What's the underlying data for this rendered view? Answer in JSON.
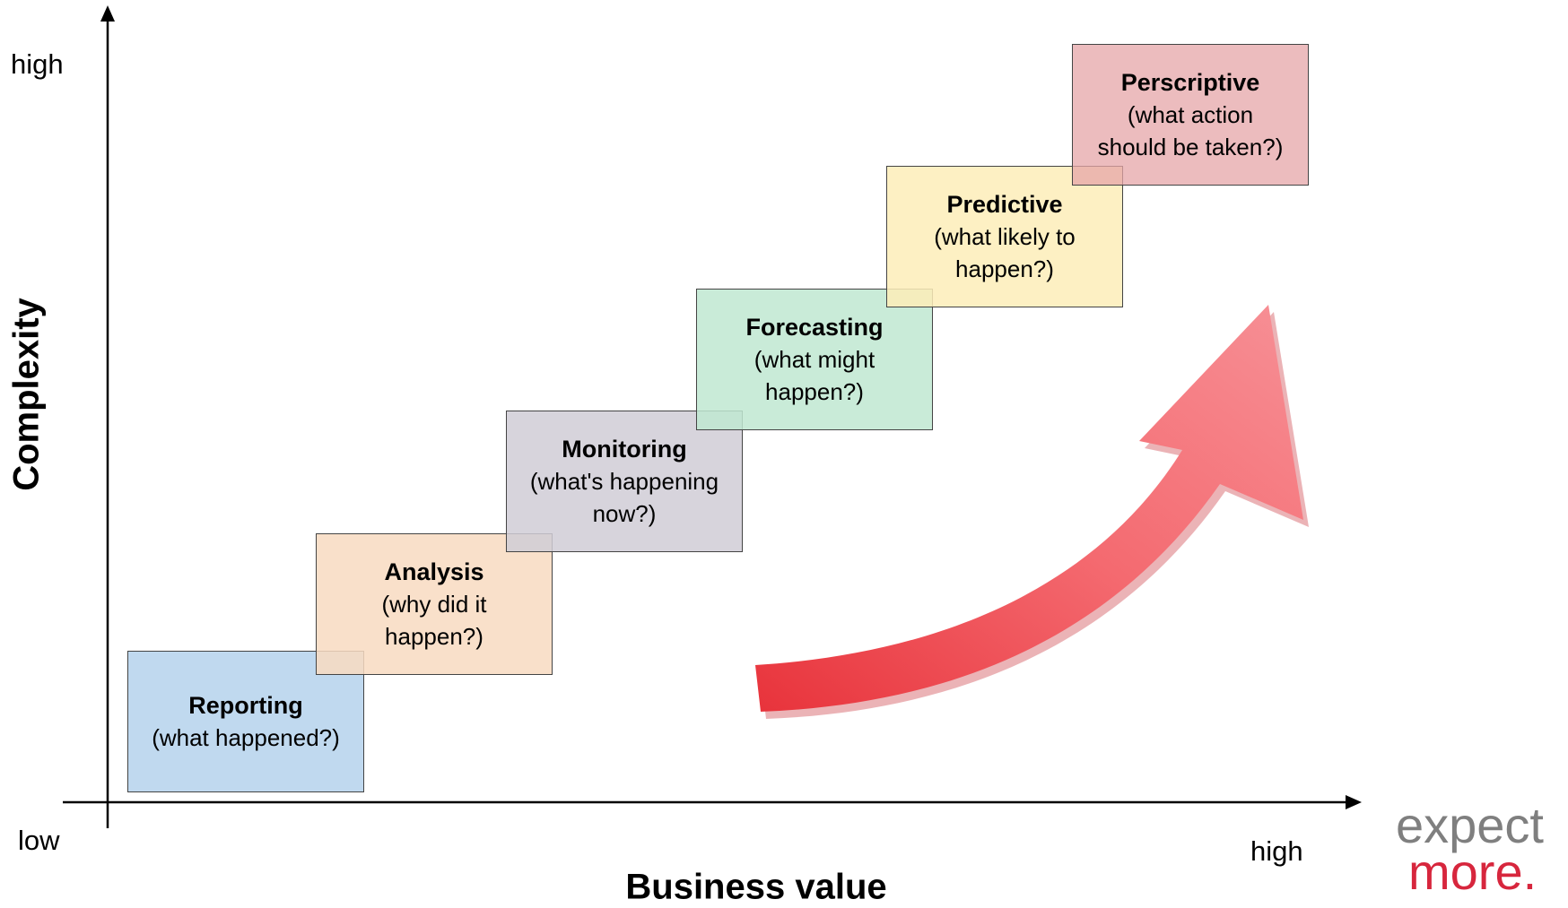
{
  "axes": {
    "y_label": "Complexity",
    "x_label": "Business value",
    "y_high": "high",
    "x_low": "low",
    "x_high": "high"
  },
  "stages": [
    {
      "title": "Reporting",
      "desc": "(what happened?)",
      "color": "#bdd7ee"
    },
    {
      "title": "Analysis",
      "desc": "(why did it\nhappen?)",
      "color": "#f8dbc1"
    },
    {
      "title": "Monitoring",
      "desc": "(what's happening\nnow?)",
      "color": "#d0cdd6"
    },
    {
      "title": "Forecasting",
      "desc": "(what might\nhappen?)",
      "color": "#c0e8d1"
    },
    {
      "title": "Predictive",
      "desc": "(what  likely to\nhappen?)",
      "color": "#fdedb8"
    },
    {
      "title": "Perscriptive",
      "desc": "(what action\nshould be taken?)",
      "color": "#edc0c2"
    }
  ],
  "brand": {
    "word1": "expect",
    "word2": "more."
  },
  "colors": {
    "arrow": "#f0585e",
    "brand_accent": "#d7263d",
    "brand_gray": "#7f7f7f"
  }
}
